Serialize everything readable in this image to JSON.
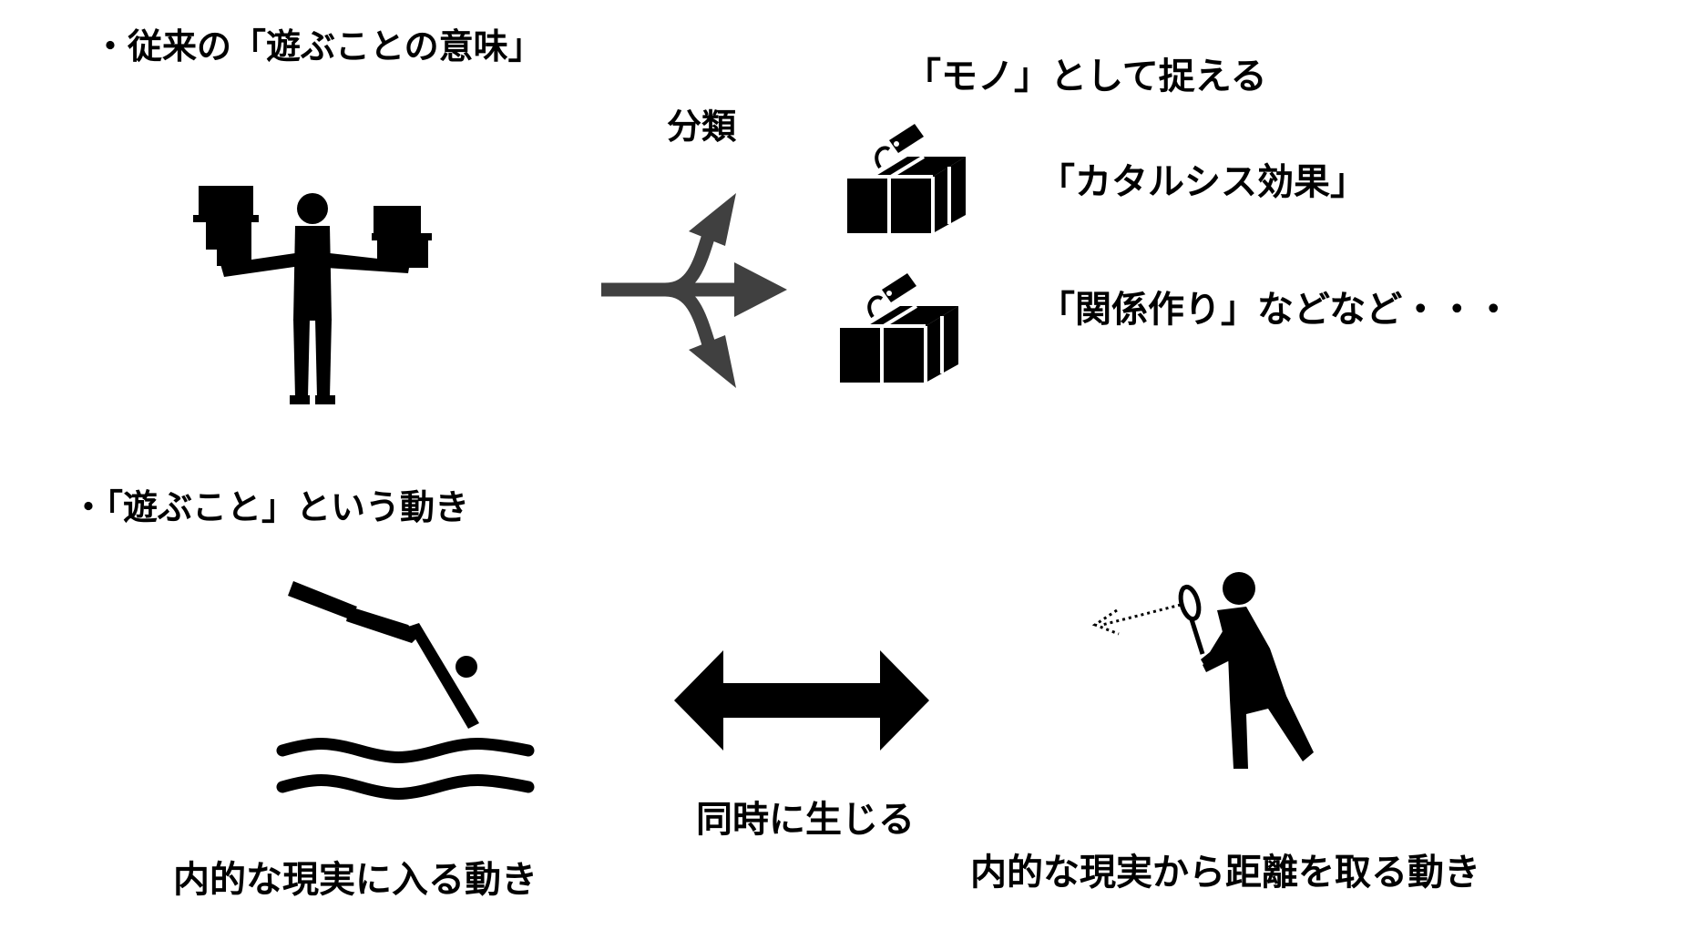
{
  "section1": {
    "heading": "・従来の「遊ぶことの意味」",
    "classify_label": "分類",
    "as_object_label": "「モノ」として捉える",
    "item1": "「カタルシス効果」",
    "item2": "「関係作り」などなど・・・"
  },
  "section2": {
    "heading": "・「遊ぶこと」という動き",
    "simultaneous_label": "同時に生じる",
    "left_caption": "内的な現実に入る動き",
    "right_caption": "内的な現実から距離を取る動き"
  },
  "icons": [
    "person-holding-boxes-icon",
    "split-arrows-icon",
    "tagged-boxes-icon",
    "double-arrow-icon",
    "diving-person-icon",
    "person-with-magnifier-icon"
  ],
  "colors": {
    "text": "#000000",
    "arrows_split": "#404040",
    "icons": "#000000"
  }
}
